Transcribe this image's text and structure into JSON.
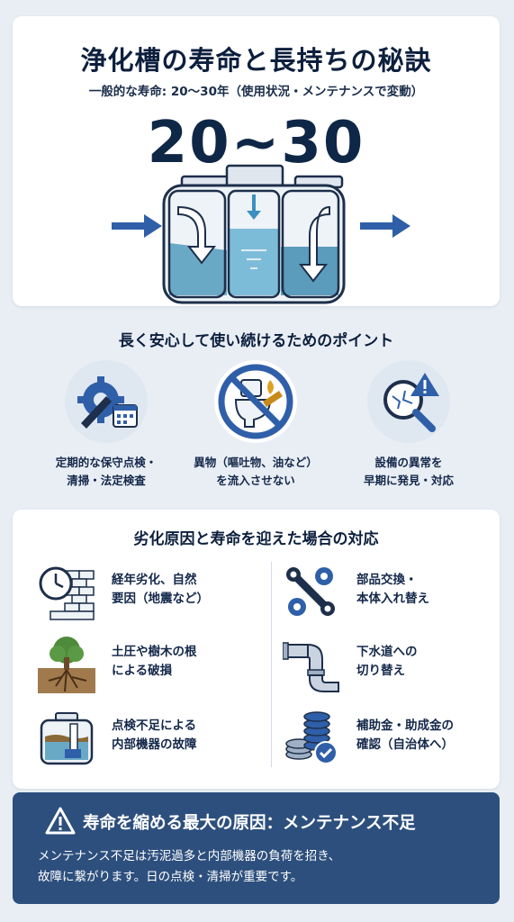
{
  "header": {
    "title": "浄化槽の寿命と長持ちの秘訣",
    "subtitle": "一般的な寿命: 20〜30年（使用状況・メンテナンスで変動）",
    "big_number": "20~30"
  },
  "points": {
    "title": "長く安心して使い続けるためのポイント",
    "items": [
      {
        "line1": "定期的な保守点検・",
        "line2": "清掃・法定検査",
        "icon": "gear-wrench-calendar-icon"
      },
      {
        "line1": "異物（嘔吐物、油など）",
        "line2": "を流入させない",
        "icon": "no-toilet-oil-icon"
      },
      {
        "line1": "設備の異常を",
        "line2": "早期に発見・対応",
        "icon": "magnifier-alert-icon"
      }
    ]
  },
  "causes": {
    "title": "劣化原因と寿命を迎えた場合の対応",
    "left": [
      {
        "line1": "経年劣化、自然",
        "line2": "要因（地震など）",
        "icon": "clock-brick-icon"
      },
      {
        "line1": "土圧や樹木の根",
        "line2": "による破損",
        "icon": "tree-roots-icon"
      },
      {
        "line1": "点検不足による",
        "line2": "内部機器の故障",
        "icon": "tank-equipment-icon"
      }
    ],
    "right": [
      {
        "line1": "部品交換・",
        "line2": "本体入れ替え",
        "icon": "wrench-gears-icon"
      },
      {
        "line1": "下水道への",
        "line2": "切り替え",
        "icon": "pipe-icon"
      },
      {
        "line1": "補助金・助成金の",
        "line2": "確認（自治体へ）",
        "icon": "coins-check-icon"
      }
    ]
  },
  "footer": {
    "title": "寿命を縮める最大の原因：メンテナンス不足",
    "body1": "メンテナンス不足は汚泥過多と内部機器の負荷を招き、",
    "body2": "故障に繋がります。日の点検・清掃が重要です。",
    "icon": "warning-icon"
  },
  "colors": {
    "navy": "#0f2747",
    "accent_blue": "#2f5fa8",
    "water": "#5aa6c8",
    "footer_bg": "#2d4f7d"
  }
}
